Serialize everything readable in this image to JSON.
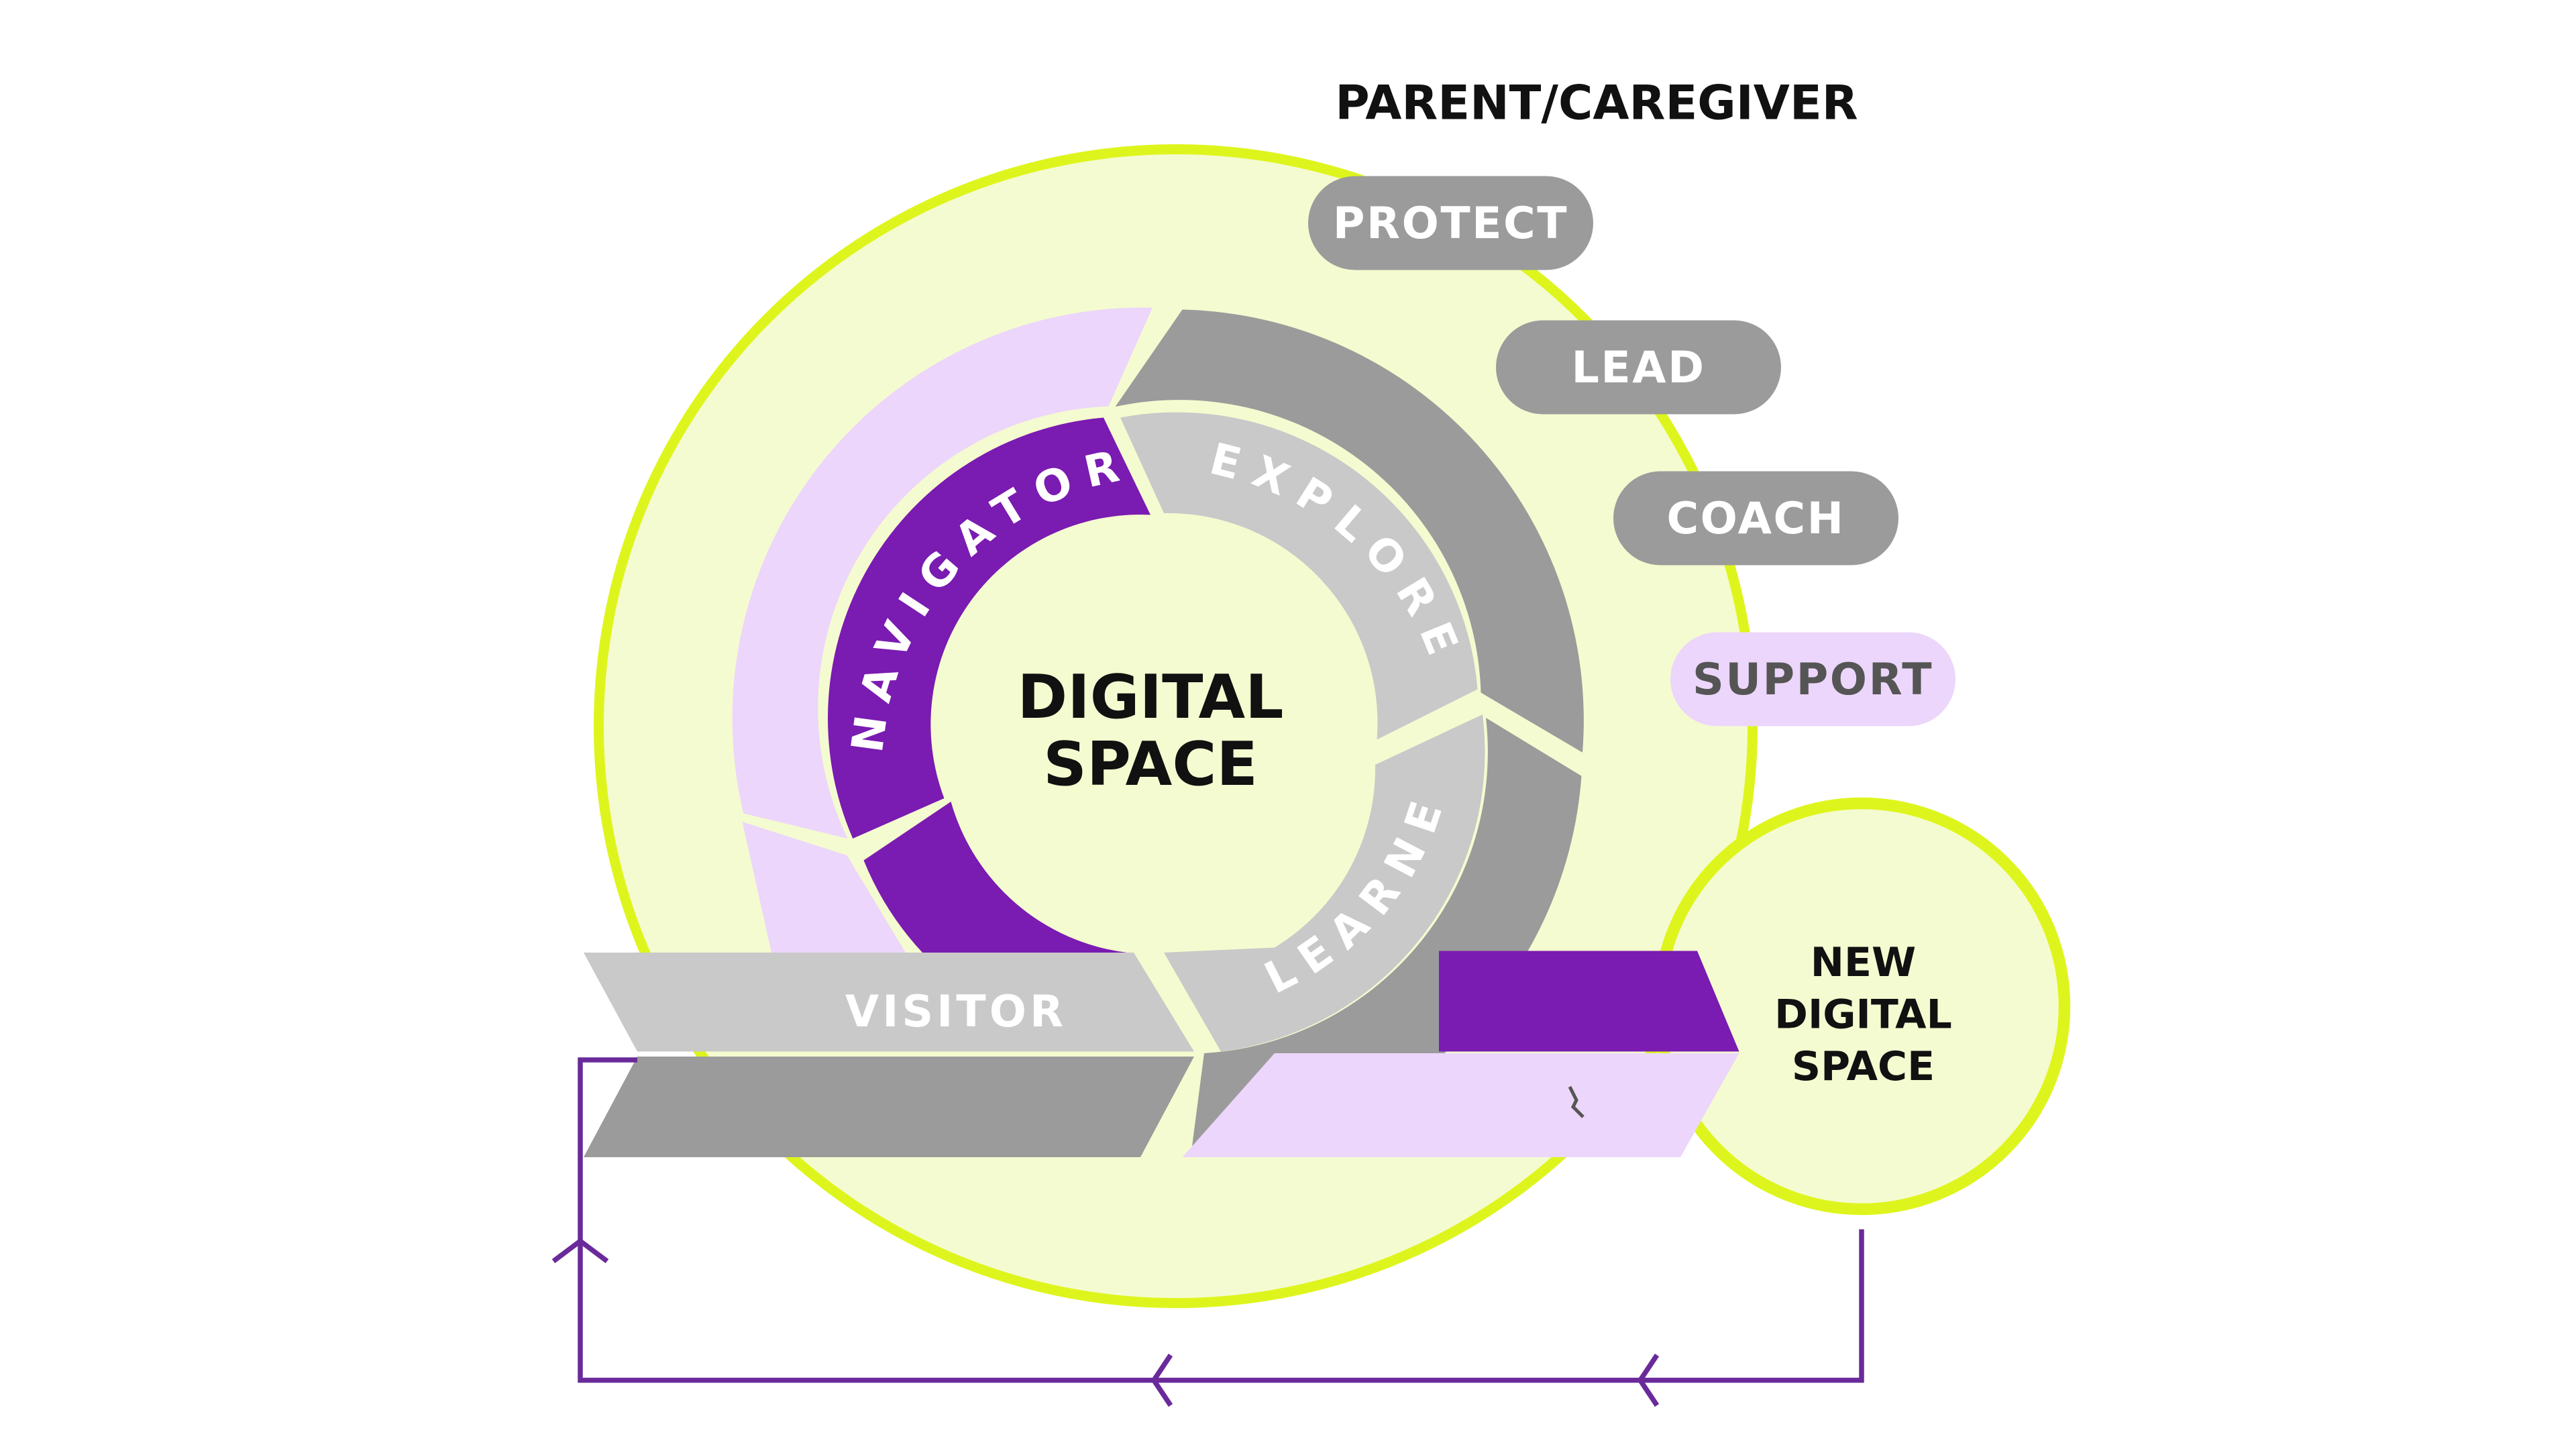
{
  "header": {
    "role_title": "PARENT/CAREGIVER"
  },
  "roles": [
    {
      "label": "PROTECT",
      "fill": "#9b9b9b",
      "text_color": "#ffffff"
    },
    {
      "label": "LEAD",
      "fill": "#9b9b9b",
      "text_color": "#ffffff"
    },
    {
      "label": "COACH",
      "fill": "#9b9b9b",
      "text_color": "#ffffff"
    },
    {
      "label": "SUPPORT",
      "fill": "#ecd6fb",
      "text_color": "#555555"
    }
  ],
  "stages": {
    "navigator": "NAVIGATOR",
    "explorer": "EXPLORER",
    "learner": "LEARNER",
    "visitor": "VISITOR"
  },
  "center": {
    "line1": "DIGITAL",
    "line2": "SPACE"
  },
  "new_space": {
    "line1": "NEW",
    "line2": "DIGITAL",
    "line3": "SPACE"
  },
  "colors": {
    "lime_fill": "#f5fbd0",
    "lime_stroke": "#def51d",
    "purple": "#7a1bb1",
    "lavender": "#ecd6fb",
    "gray_dark": "#9b9b9b",
    "gray_light": "#c9c9c9",
    "line_purple": "#6a2a9a"
  }
}
